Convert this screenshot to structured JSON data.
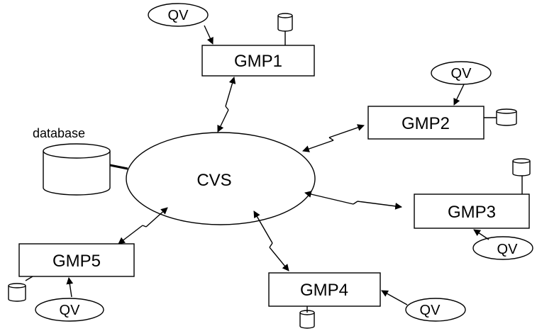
{
  "diagram": {
    "center_label": "CVS",
    "database_label": "database",
    "nodes": [
      {
        "label": "GMP1",
        "viewer_label": "QV"
      },
      {
        "label": "GMP2",
        "viewer_label": "QV"
      },
      {
        "label": "GMP3",
        "viewer_label": "QV"
      },
      {
        "label": "GMP4",
        "viewer_label": "QV"
      },
      {
        "label": "GMP5",
        "viewer_label": "QV"
      }
    ]
  }
}
